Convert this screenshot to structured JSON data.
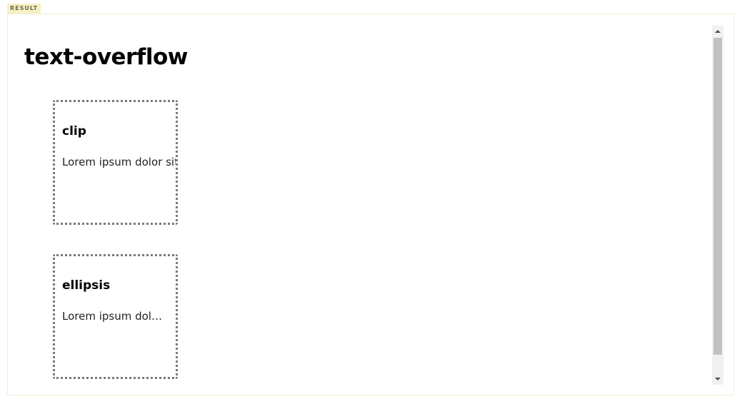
{
  "result_label": "RESULT",
  "page": {
    "title": "text-overflow"
  },
  "demos": [
    {
      "heading": "clip",
      "text": "Lorem ipsum dolor sit amet consectetur"
    },
    {
      "heading": "ellipsis",
      "text": "Lorem ipsum dolor sit amet consectetur"
    }
  ],
  "icons": {
    "scroll_up": "triangle-up-icon",
    "scroll_down": "triangle-down-icon"
  },
  "colors": {
    "result_tag_bg": "#f6f0c6",
    "box_border": "#7a7a7a",
    "scroll_thumb": "#c1c1c1"
  }
}
